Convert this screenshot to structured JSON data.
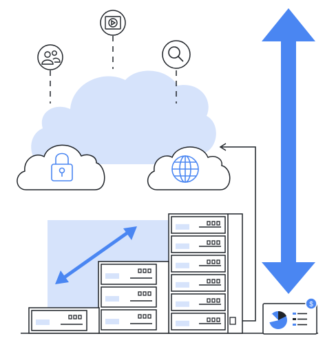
{
  "palette": {
    "stroke": "#1f2328",
    "blue": "#4a86f2",
    "cloud_fill": "#d6e3fb",
    "rack_fill": "#ffffff",
    "slot_fill": "#d6e3fb",
    "panel_fill": "#d6e3fb"
  },
  "icons": {
    "top": [
      "users-icon",
      "video-play-icon",
      "search-icon"
    ],
    "cloud_left": "padlock-icon",
    "cloud_right": "globe-icon",
    "side": [
      "vertical-double-arrow-icon",
      "diagonal-double-arrow-icon"
    ],
    "badge": "pie-chart-card-icon"
  },
  "racks": {
    "left": {
      "units": 1,
      "drive_lights": 3
    },
    "middle": {
      "units": 3,
      "drive_lights": 3
    },
    "right": {
      "units": 6,
      "drive_lights": 3
    }
  },
  "badge": {
    "symbol": "$"
  }
}
